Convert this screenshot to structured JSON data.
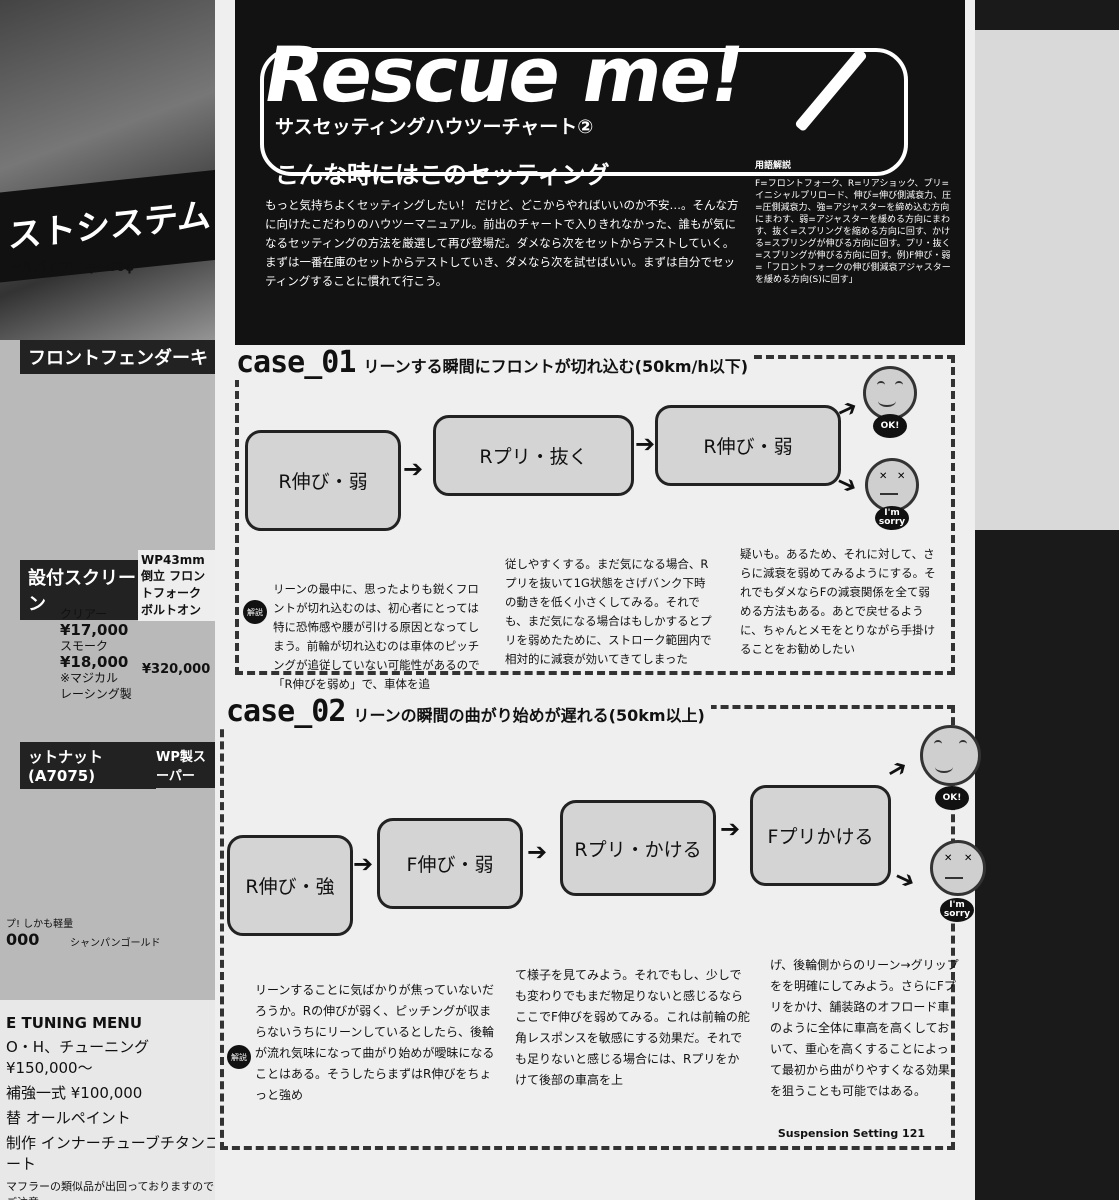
{
  "left_page": {
    "banner": "ストシステム",
    "banner_sub": "ールパイプ50φ～60φ",
    "fender_label": "フロントフェンダーキ",
    "screen_label": "設付スクリーン",
    "screen_prices": [
      "クリアー",
      "¥17,000",
      "スモーク",
      "¥18,000",
      "※マジカル",
      "レーシング製"
    ],
    "wp_label": "WP43mm 倒立 フロントフォーク ボルトオン",
    "wp_price": "¥320,000",
    "nut_label": "ットナット(A7075)",
    "nut_price": "000",
    "nut_color": "シャンパンゴールド",
    "nut_note": "プ! しかも軽量",
    "wp_super": "WP製スーパー",
    "menu_title": "E TUNING MENU",
    "menu_items": [
      "O・H、チューニング ¥150,000～",
      "補強一式 ¥100,000",
      "替 オールペイント",
      "制作 インナーチューブチタンコート"
    ],
    "menu_note": "マフラーの類似品が出回っておりますのでご注意"
  },
  "header": {
    "title": "Rescue me!",
    "subtitle": "サスセッティングハウツーチャート②",
    "lead": "こんな時にはこのセッティング",
    "lead_text": "もっと気持ちよくセッティングしたい！ だけど、どこからやればいいのか不安…。そんな方に向けたこだわりのハウツーマニュアル。前出のチャートで入りきれなかった、誰もが気になるセッティングの方法を厳選して再び登場だ。ダメなら次をセットからテストしていく。まずは一番在庫のセットからテストしていき、ダメなら次を試せばいい。まずは自分でセッティングすることに慣れて行こう。",
    "glossary_title": "用語解説",
    "glossary_text": "F=フロントフォーク、R=リアショック、プリ=イニシャルプリロード、伸び=伸び側減衰力、圧=圧側減衰力、強=アジャスターを締め込む方向にまわす、弱=アジャスターを緩める方向にまわす、抜く=スプリングを縮める方向に回す、かける=スプリングが伸びる方向に回す。プリ・抜く=スプリングが伸びる方向に回す。例)F伸び・弱=「フロントフォークの伸び側減衰アジャスターを緩める方向(S)に回す」"
  },
  "case1": {
    "id": "case_01",
    "desc": "リーンする瞬間にフロントが切れ込む(50km/h以下)",
    "steps": [
      "R伸び・弱",
      "Rプリ・抜く",
      "R伸び・弱"
    ],
    "ok": "OK!",
    "sorry": "I'm sorry",
    "badge": "解説",
    "text_col1": "リーンの最中に、思ったよりも鋭くフロントが切れ込むのは、初心者にとっては特に恐怖感や腰が引ける原因となってしまう。前輪が切れ込むのは車体のピッチングが追従していない可能性があるので「R伸びを弱め」で、車体を追",
    "text_col2": "従しやすくする。まだ気になる場合、Rプリを抜いて1G状態をさげバンク下時の動きを低く小さくしてみる。それでも、まだ気になる場合はもしかするとプリを弱めたために、ストローク範囲内で相対的に減衰が効いてきてしまった",
    "text_col3": "疑いも。あるため、それに対して、さらに減衰を弱めてみるようにする。それでもダメならFの減衰関係を全て弱める方法もある。あとで戻せるように、ちゃんとメモをとりながら手掛けることをお勧めしたい"
  },
  "case2": {
    "id": "case_02",
    "desc": "リーンの瞬間の曲がり始めが遅れる(50km以上)",
    "steps": [
      "R伸び・強",
      "F伸び・弱",
      "Rプリ・かける",
      "Fプリかける"
    ],
    "ok": "OK!",
    "sorry": "I'm sorry",
    "badge": "解説",
    "text_col1": "リーンすることに気ばかりが焦っていないだろうか。Rの伸びが弱く、ピッチングが収まらないうちにリーンしているとしたら、後輪が流れ気味になって曲がり始めが曖昧になることはある。そうしたらまずはR伸びをちょっと強め",
    "text_col2": "て様子を見てみよう。それでもし、少しでも変わりでもまだ物足りないと感じるならここでF伸びを弱めてみる。これは前輪の舵角レスポンスを敏感にする効果だ。それでも足りないと感じる場合には、Rプリをかけて後部の車高を上",
    "text_col3": "げ、後輪側からのリーン→グリップをを明確にしてみよう。さらにFプリをかけ、舗装路のオフロード車のように全体に車高を高くしておいて、重心を高くすることによって最初から曲がりやすくなる効果を狙うことも可能ではある。"
  },
  "footer": "Suspension Setting 121"
}
